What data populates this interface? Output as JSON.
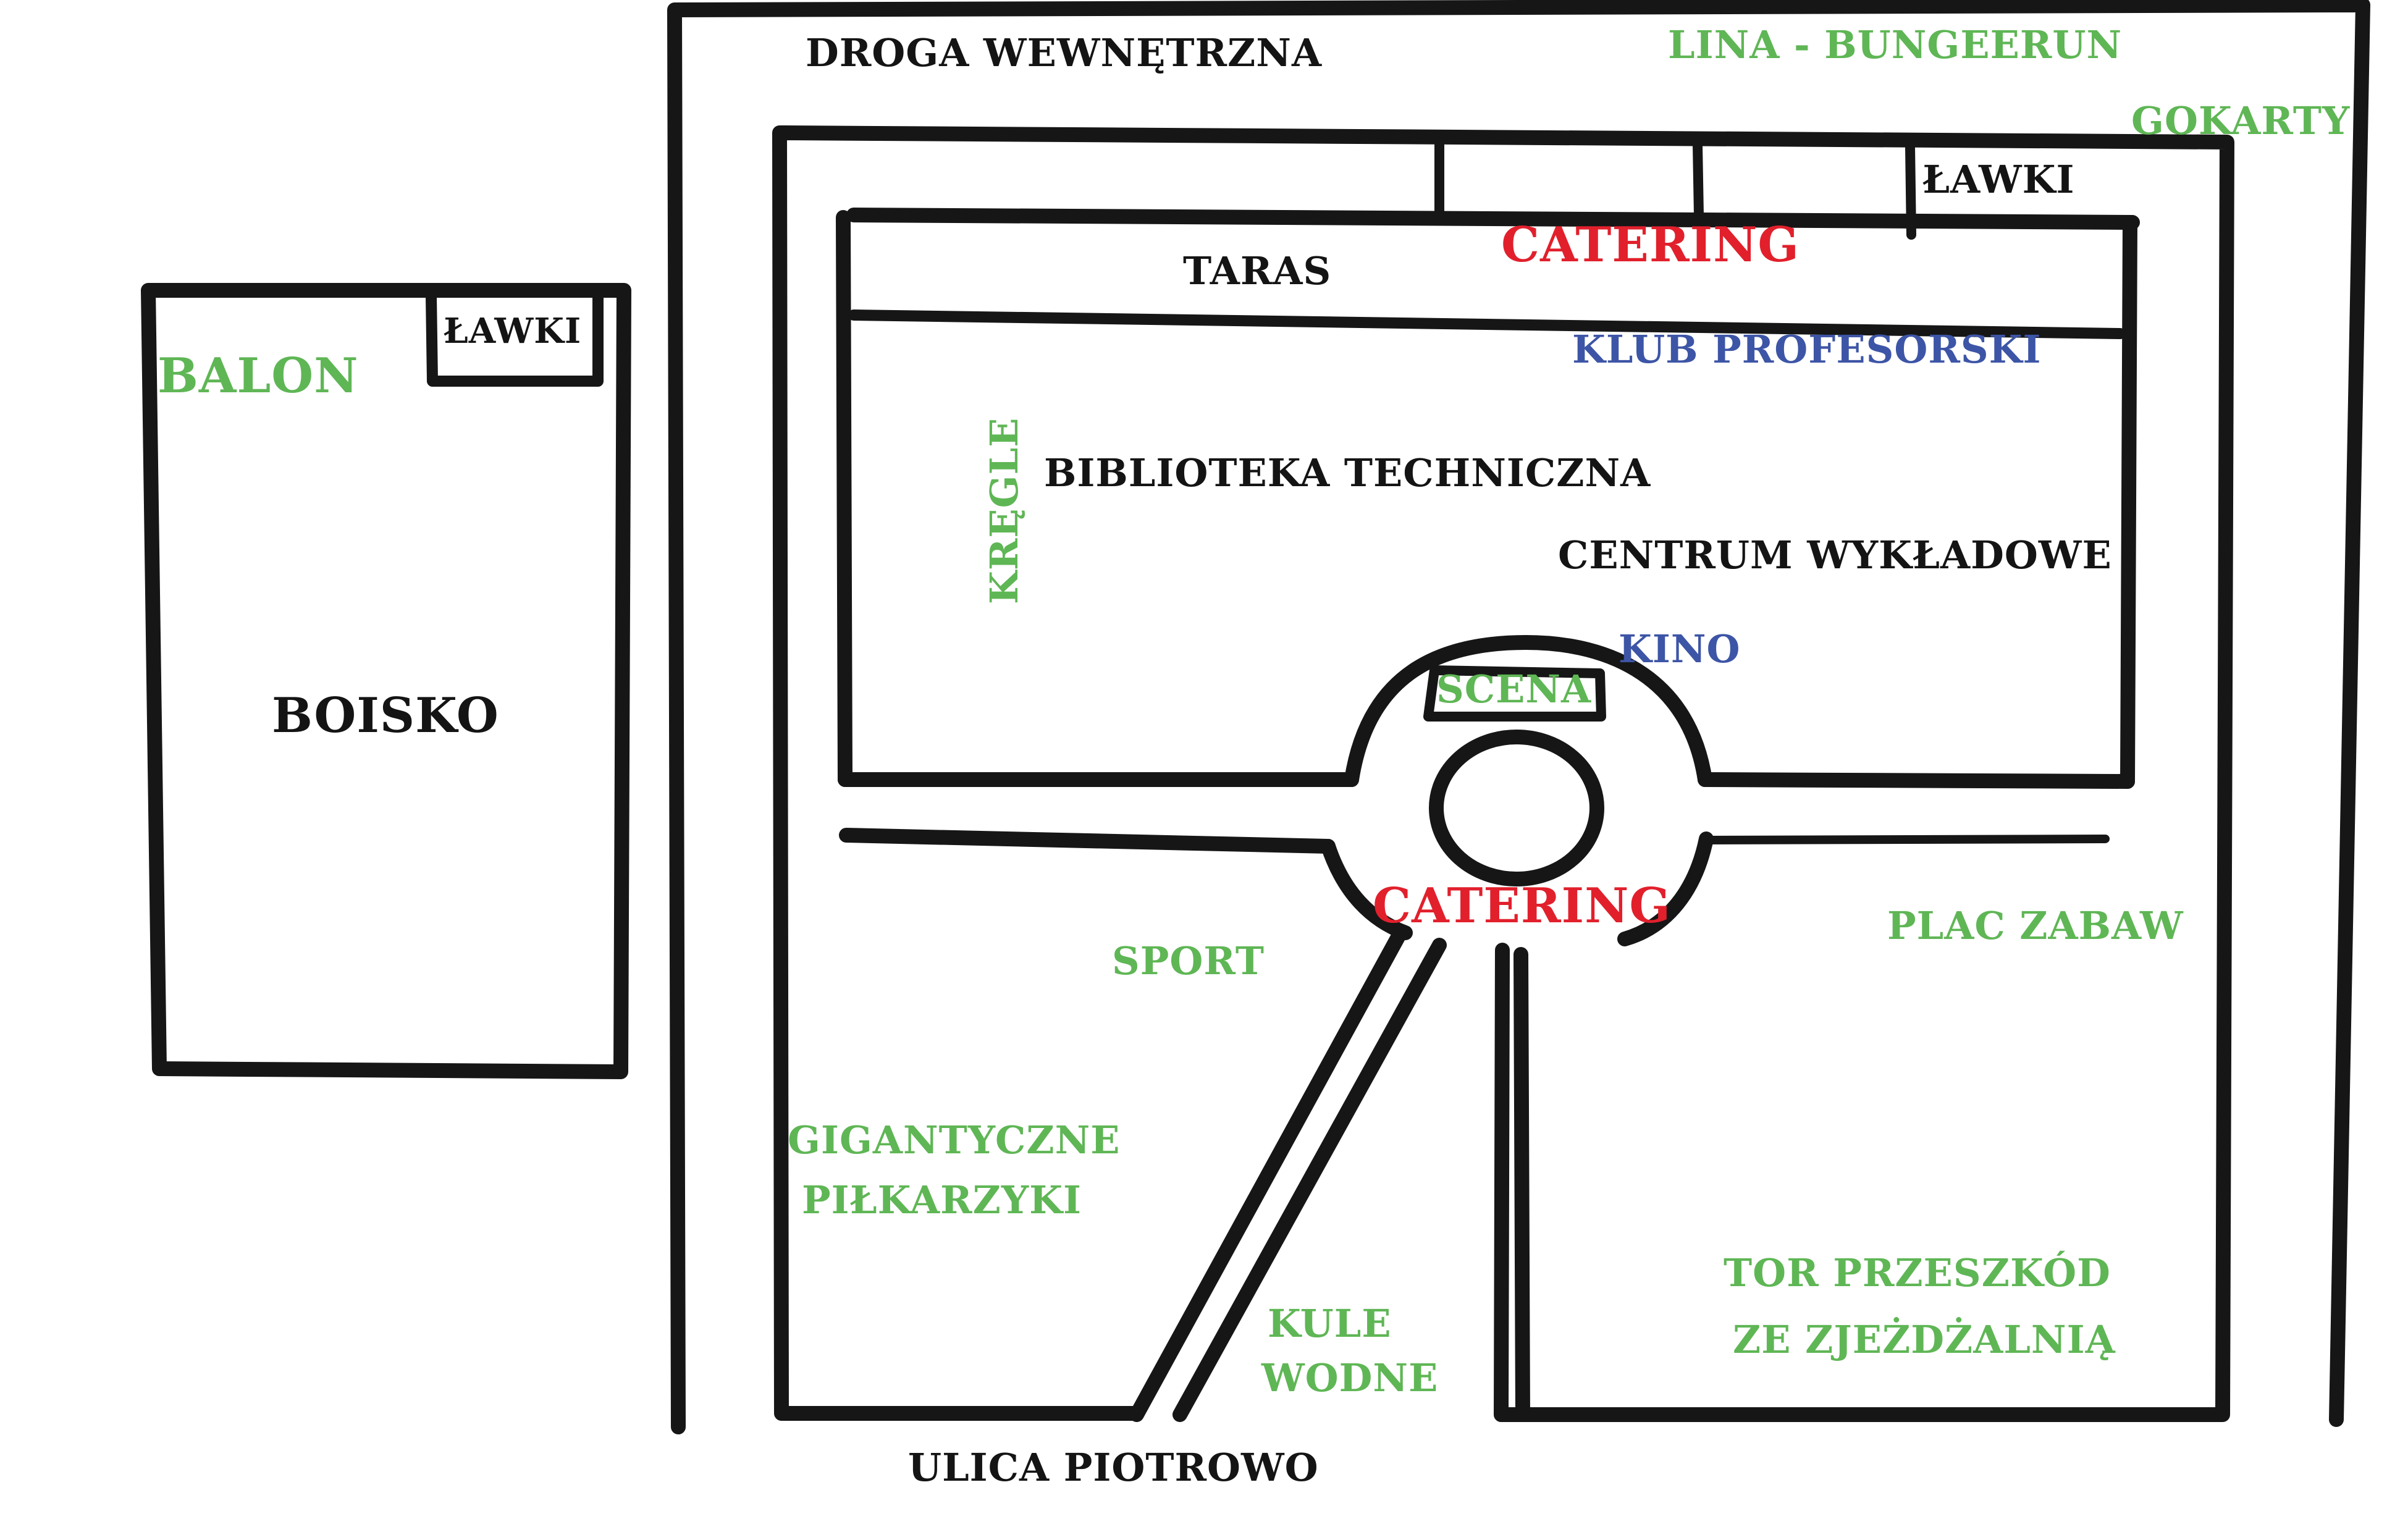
{
  "map": {
    "colors": {
      "line": "#161616",
      "zone_label": "#141414",
      "activity": "#5fb655",
      "venue": "#3d55a6",
      "catering": "#e1202c"
    },
    "roads": {
      "internal": "DROGA WEWNĘTRZNA",
      "street": "ULICA PIOTROWO"
    },
    "buildings": {
      "terrace": "TARAS",
      "catering_top": "CATERING",
      "professors_club": "KLUB PROFESORSKI",
      "library": "BIBLIOTEKA TECHNICZNA",
      "lecture_center": "CENTRUM WYKŁADOWE",
      "cinema": "KINO",
      "bowling": "KRĘGLE",
      "stage": "SCENA",
      "catering_roundabout": "CATERING",
      "benches_top": "ŁAWKI"
    },
    "field": {
      "pitch": "BOISKO",
      "benches": "ŁAWKI",
      "balloon": "BALON"
    },
    "attractions": {
      "bungee": "LINA - BUNGEERUN",
      "gokarts": "GOKARTY",
      "sport": "SPORT",
      "playground": "PLAC ZABAW",
      "foosball_line1": "GIGANTYCZNE",
      "foosball_line2": "PIŁKARZYKI",
      "water_balls_line1": "KULE",
      "water_balls_line2": "WODNE",
      "obstacle_line1": "TOR PRZESZKÓD",
      "obstacle_line2": "ZE ZJEŻDŻALNIĄ"
    }
  }
}
